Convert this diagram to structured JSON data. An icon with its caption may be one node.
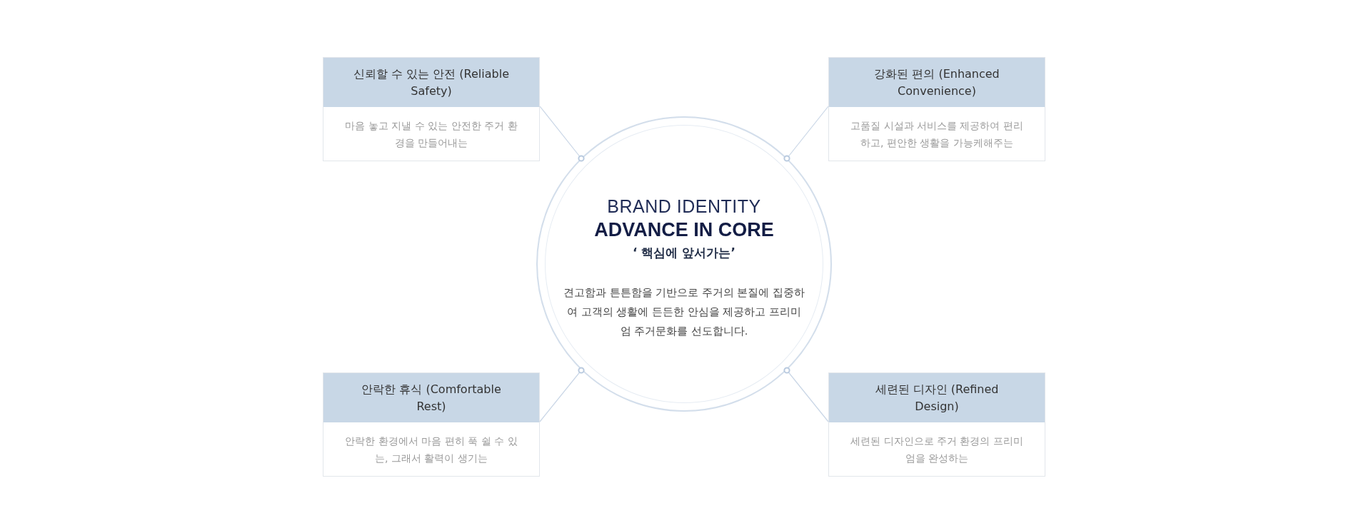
{
  "diagram": {
    "nodes": [
      {
        "text": [
          "BRAND IDENTITY",
          "ADVANCE IN CORE",
          "‘ 핵심에 앞서가는’",
          "견고함과 튼튼함을 기반으로 주거의 본질에 집중하여 고객의 생활에 든든한 안심을 제공하고 프리미엄 주거문화를 선도합니다."
        ]
      },
      {
        "text": [
          "신뢰할 수 있는 안전 (Reliable Safety)",
          "마음 놓고 지낼 수 있는 안전한 주거 환경을 만들어내는"
        ]
      },
      {
        "text": [
          "강화된 편의 (Enhanced Convenience)",
          "고품질 시설과 서비스를 제공하여 편리하고, 편안한 생활을 가능케해주는"
        ]
      },
      {
        "text": [
          "안락한 휴식 (Comfortable Rest)",
          "안락한 환경에서 마음 편히 푹 쉴 수 있는, 그래서 활력이 생기는"
        ]
      },
      {
        "text": [
          "세련된 디자인 (Refined Design)",
          "세련된 디자인으로 주거 환경의 프리미엄을 완성하는"
        ]
      }
    ],
    "edges": [
      {
        "from": 1,
        "to": 0,
        "arrow": "other"
      },
      {
        "from": 2,
        "to": 0,
        "arrow": "other"
      },
      {
        "from": 3,
        "to": 0,
        "arrow": "other"
      },
      {
        "from": 4,
        "to": 0,
        "arrow": "other"
      }
    ]
  }
}
